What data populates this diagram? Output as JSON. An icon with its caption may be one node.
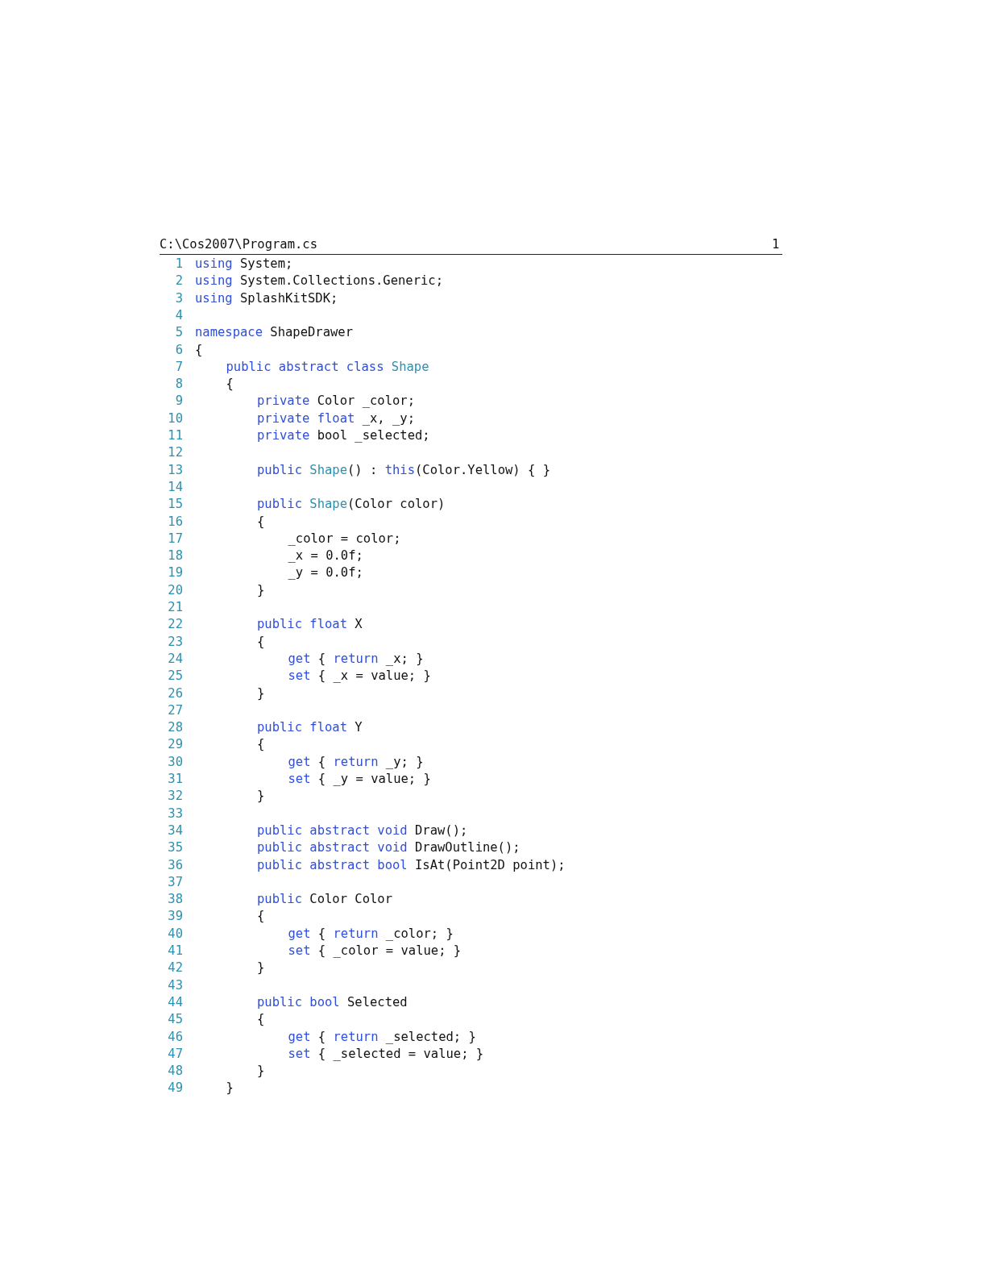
{
  "diagram": {
    "labels": [
      "C:\\Cos2007\\Program.cs",
      "1",
      "1",
      "using System;",
      "2",
      "using System.Collections.Generic;",
      "3",
      "using SplashKitSDK;",
      "4",
      "5",
      "namespace ShapeDrawer",
      "6",
      "{",
      "7",
      "public abstract class Shape",
      "8",
      "{",
      "9",
      "private Color _color;",
      "10",
      "private float _x, _y;",
      "11",
      "private bool _selected;",
      "12",
      "13",
      "public Shape() : this(Color.Yellow) { }",
      "14",
      "15",
      "public Shape(Color color)",
      "16",
      "{",
      "17",
      "_color = color;",
      "18",
      "_x = 0.0f;",
      "19",
      "_y = 0.0f;",
      "20",
      "}",
      "21",
      "22",
      "public float X",
      "23",
      "{",
      "24",
      "get { return _x; }",
      "25",
      "set { _x = value; }",
      "26",
      "}",
      "27",
      "28",
      "public float Y",
      "29",
      "{",
      "30",
      "get { return _y; }",
      "31",
      "set { _y = value; }",
      "32",
      "}",
      "33",
      "34",
      "public abstract void Draw();",
      "35",
      "public abstract void DrawOutline();",
      "36",
      "public abstract bool IsAt(Point2D point);",
      "37",
      "38",
      "public Color Color",
      "39",
      "{",
      "40",
      "get { return _color; }",
      "41",
      "set { _color = value; }",
      "42",
      "}",
      "43",
      "44",
      "public bool Selected",
      "45",
      "{",
      "46",
      "get { return _selected; }",
      "47",
      "set { _selected = value; }",
      "48",
      "}",
      "49",
      "}"
    ]
  }
}
